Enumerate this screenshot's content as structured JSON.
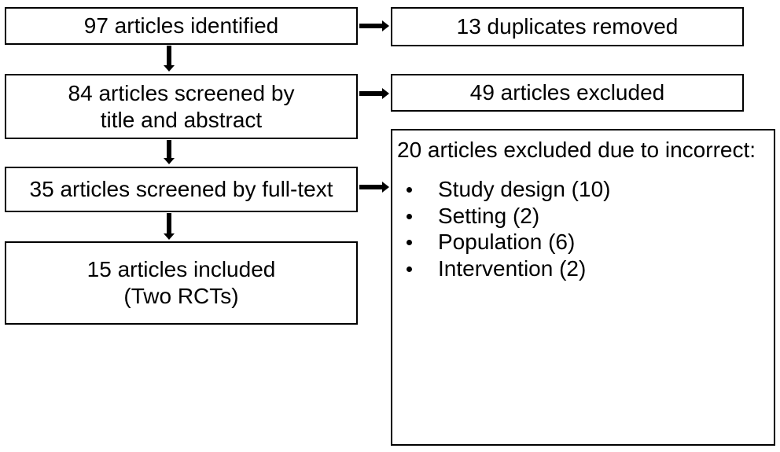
{
  "flow": {
    "identified": "97 articles identified",
    "screened_line1": "84 articles screened by",
    "screened_line2": "title and abstract",
    "fulltext": "35 articles screened by full-text",
    "included_line1": "15 articles included",
    "included_line2": "(Two RCTs)"
  },
  "side": {
    "duplicates": "13 duplicates removed",
    "excluded": "49 articles excluded",
    "reasons_title": "20 articles excluded due to incorrect:",
    "reasons": [
      "Study design (10)",
      "Setting (2)",
      "Population (6)",
      "Intervention (2)"
    ]
  }
}
